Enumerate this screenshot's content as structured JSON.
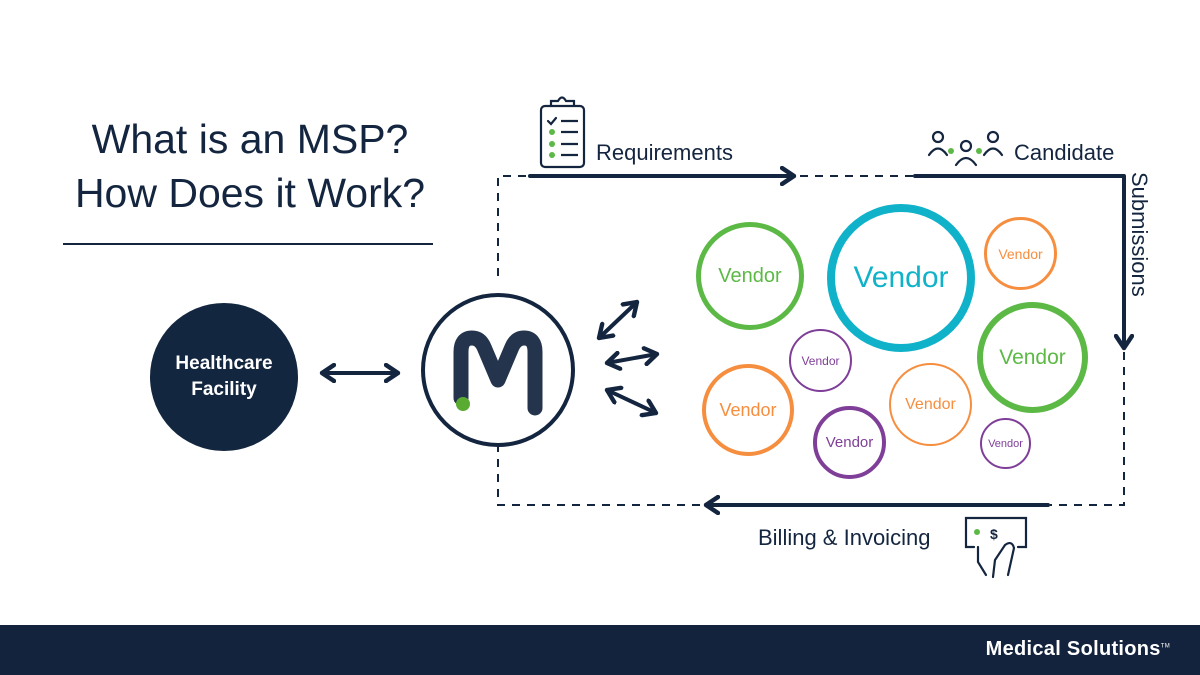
{
  "title": {
    "line1": "What is an MSP?",
    "line2": "How Does it Work?"
  },
  "facility": {
    "line1": "Healthcare",
    "line2": "Facility"
  },
  "msp_logo": {
    "letter": "M",
    "dot_color": "#5aab32"
  },
  "flows": {
    "requirements": "Requirements",
    "candidate": "Candidate",
    "submissions": "Submissions",
    "billing": "Billing & Invoicing"
  },
  "colors": {
    "navy": "#14253f",
    "green": "#5cb946",
    "teal": "#10b2c9",
    "orange": "#f68e3f",
    "purple": "#7f3e98"
  },
  "vendors": [
    {
      "label": "Vendor",
      "color": "green"
    },
    {
      "label": "Vendor",
      "color": "teal"
    },
    {
      "label": "Vendor",
      "color": "orange"
    },
    {
      "label": "Vendor",
      "color": "purple"
    },
    {
      "label": "Vendor",
      "color": "green"
    },
    {
      "label": "Vendor",
      "color": "orange"
    },
    {
      "label": "Vendor",
      "color": "orange"
    },
    {
      "label": "Vendor",
      "color": "purple"
    },
    {
      "label": "Vendor",
      "color": "purple"
    }
  ],
  "footer": {
    "brand": "Medical Solutions",
    "tm": "TM"
  }
}
